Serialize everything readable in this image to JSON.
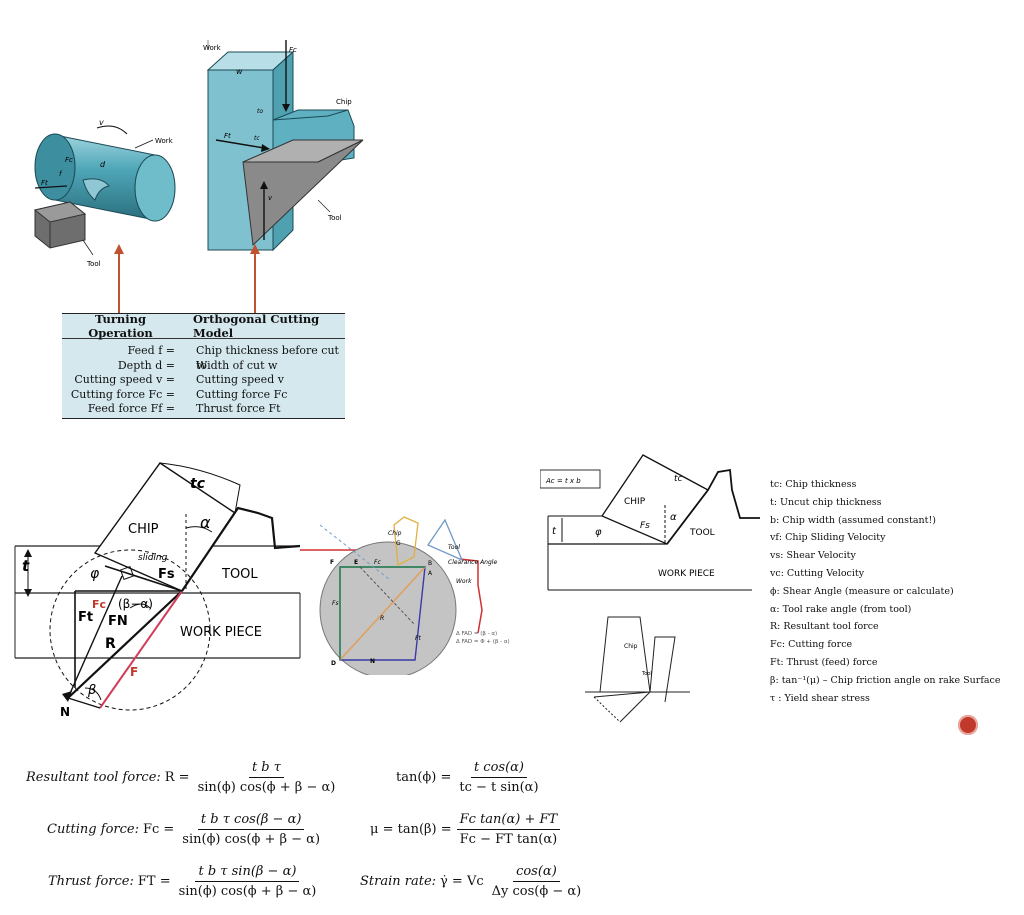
{
  "turning_figure": {
    "labels": {
      "v": "v",
      "work": "Work",
      "fc": "Fc",
      "d": "d",
      "f": "f",
      "ft": "Ft",
      "tool": "Tool"
    }
  },
  "orthogonal_figure": {
    "labels": {
      "work": "Work",
      "fc": "Fc",
      "w": "w",
      "to": "to",
      "chip": "Chip",
      "ft": "Ft",
      "tc": "tc",
      "v": "v",
      "tool": "Tool"
    }
  },
  "comparison_table": {
    "headers": [
      "Turning Operation",
      "Orthogonal Cutting Model"
    ],
    "rows": [
      [
        "Feed f =",
        "Chip thickness before cut to"
      ],
      [
        "Depth d =",
        "Width of cut w"
      ],
      [
        "Cutting speed v =",
        "Cutting speed v"
      ],
      [
        "Cutting force Fc =",
        "Cutting force Fc"
      ],
      [
        "Feed force Ff =",
        "Thrust force Ft"
      ]
    ]
  },
  "merchant_diagram": {
    "labels": {
      "tc": "tc",
      "chip": "CHIP",
      "alpha": "α",
      "t": "t",
      "sliding": "sliding",
      "phi": "φ",
      "fs": "Fs",
      "tool": "TOOL",
      "fc": "Fc",
      "beta_alpha": "(β−α)",
      "ft": "Ft",
      "fn": "FN",
      "r": "R",
      "work_piece": "WORK PIECE",
      "f": "F",
      "beta": "β",
      "n": "N"
    }
  },
  "circle_diagram": {
    "labels": {
      "chip": "Chip",
      "tool": "Tool",
      "clearance": "Clearance Angle",
      "work": "Work",
      "note1": "Δ FAD = (β - α)",
      "note2": "Δ FAD = Φ + (β - α)",
      "e": "E",
      "g": "G",
      "fc": "Fc",
      "f": "F",
      "n": "N",
      "d": "D",
      "r": "R",
      "a": "A",
      "b": "B",
      "ft": "Ft",
      "fs": "Fs"
    }
  },
  "shear_zone_figure": {
    "labels": {
      "area": "Ac = t x b",
      "tc": "tc",
      "chip": "CHIP",
      "alpha": "α",
      "t": "t",
      "phi": "φ",
      "fs": "Fs",
      "tool": "TOOL",
      "work_piece": "WORK PIECE"
    }
  },
  "chip_sketch": {
    "labels": {
      "chip": "Chip",
      "tool": "Tool"
    }
  },
  "legend": [
    "tc: Chip thickness",
    "t: Uncut chip thickness",
    "b: Chip width (assumed constant!)",
    "vf: Chip Sliding Velocity",
    "vs: Shear Velocity",
    "vc: Cutting Velocity",
    "ϕ: Shear Angle (measure or calculate)",
    "α: Tool rake angle (from tool)",
    "R: Resultant tool force",
    "Fc: Cutting force",
    "Ft: Thrust (feed) force",
    "β: tan⁻¹(μ) – Chip friction angle on rake Surface",
    "τ : Yield shear stress"
  ],
  "equations": {
    "resultant": {
      "label": "Resultant tool force:",
      "lhs": "R =",
      "num": "t b τ",
      "den": "sin(ϕ) cos(ϕ + β − α)"
    },
    "cutting": {
      "label": "Cutting force:",
      "lhs": "Fc =",
      "num": "t b τ cos(β − α)",
      "den": "sin(ϕ) cos(ϕ + β − α)"
    },
    "thrust": {
      "label": "Thrust force:",
      "lhs": "FT =",
      "num": "t b τ sin(β − α)",
      "den": "sin(ϕ) cos(ϕ + β − α)"
    },
    "tanphi": {
      "lhs": "tan(ϕ) =",
      "num": "t cos(α)",
      "den": "tc − t sin(α)"
    },
    "mu": {
      "lhs": "μ =  tan(β) =",
      "num": "Fc tan(α) + FT",
      "den": "Fc − FT tan(α)"
    },
    "strain": {
      "label": "Strain rate:",
      "lhs": "γ̇ = Vc",
      "num": "cos(α)",
      "den": "Δy cos(ϕ − α)"
    }
  },
  "colors": {
    "workpiece": "#4fa7b8",
    "tool": "#7d7d7d",
    "arrow": "#c0522f",
    "table_bg": "#d4e8ee",
    "nav": "#c0392b"
  }
}
